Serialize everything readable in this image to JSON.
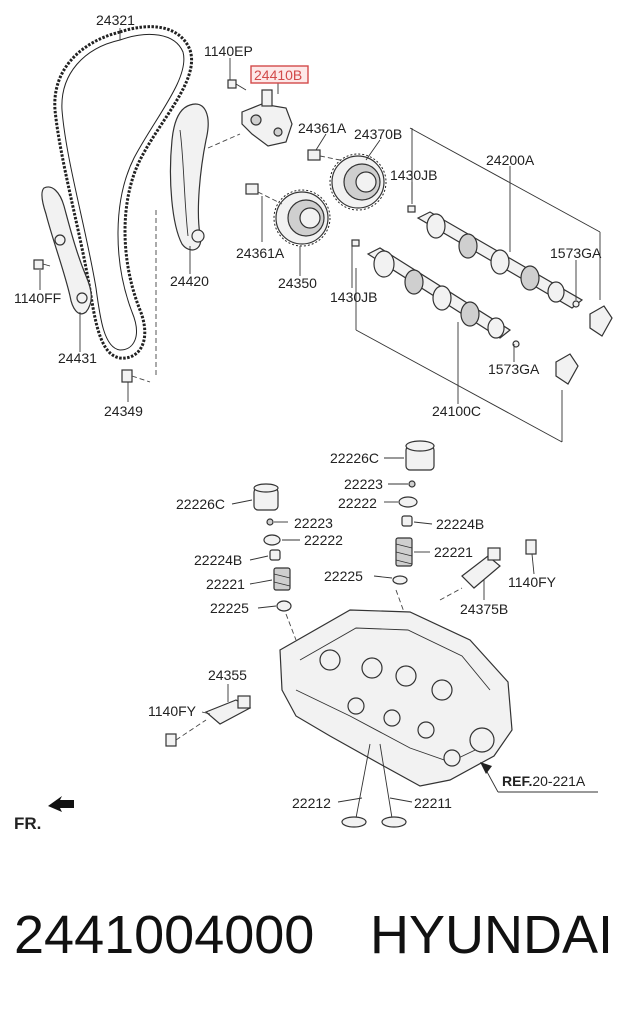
{
  "diagram": {
    "labels": {
      "l24321": "24321",
      "l1140EP": "1140EP",
      "l24410B": "24410B",
      "l24361A_top": "24361A",
      "l24370B": "24370B",
      "l1430JB_top": "1430JB",
      "l24200A": "24200A",
      "l1573GA_top": "1573GA",
      "l24420": "24420",
      "l24361A_mid": "24361A",
      "l24350": "24350",
      "l1430JB_mid": "1430JB",
      "l1140FF": "1140FF",
      "l24431": "24431",
      "l1573GA_mid": "1573GA",
      "l24349": "24349",
      "l24100C": "24100C",
      "l22226C_top": "22226C",
      "l22223_top": "22223",
      "l22222_top": "22222",
      "l22226C_left": "22226C",
      "l22223_left": "22223",
      "l22224B_right": "22224B",
      "l22222_left": "22222",
      "l22221_right": "22221",
      "l22224B_left": "22224B",
      "l1140FY_right": "1140FY",
      "l22225_right": "22225",
      "l22221_left": "22221",
      "l24375B": "24375B",
      "l22225_left": "22225",
      "l24355": "24355",
      "l1140FY_left": "1140FY",
      "ref_prefix": "REF.",
      "ref_value": "20-221A",
      "l22212": "22212",
      "l22211": "22211",
      "fr": "FR."
    },
    "highlight_color": "#d24a4a"
  },
  "footer": {
    "part_number": "2441004000",
    "brand": "HYUNDAI"
  }
}
